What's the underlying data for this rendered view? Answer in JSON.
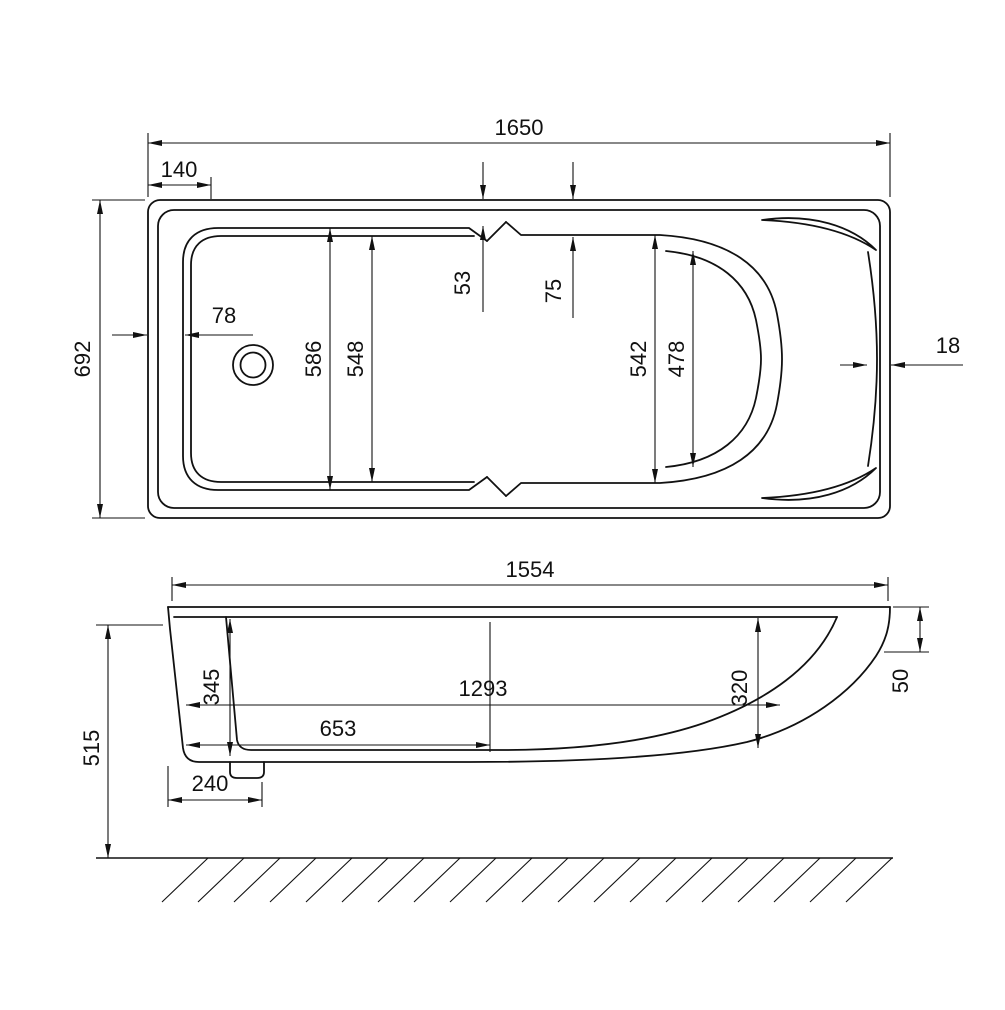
{
  "drawing_title": "bathtub-dimension-drawing",
  "top_view": {
    "overall_length": "1650",
    "corner_offset": "140",
    "overall_width": "692",
    "drain_offset": "78",
    "basin_width": "586",
    "basin_floor_width": "548",
    "waist_notch_left": "53",
    "waist_notch_right": "75",
    "seat_width": "542",
    "backrest_width": "478",
    "rim_width": "18"
  },
  "side_view": {
    "rim_length": "1554",
    "front_depth": "345",
    "floor_length": "1293",
    "flat_floor_length": "653",
    "rear_depth": "320",
    "rim_drop": "50",
    "overall_height": "515",
    "drain_position": "240"
  }
}
